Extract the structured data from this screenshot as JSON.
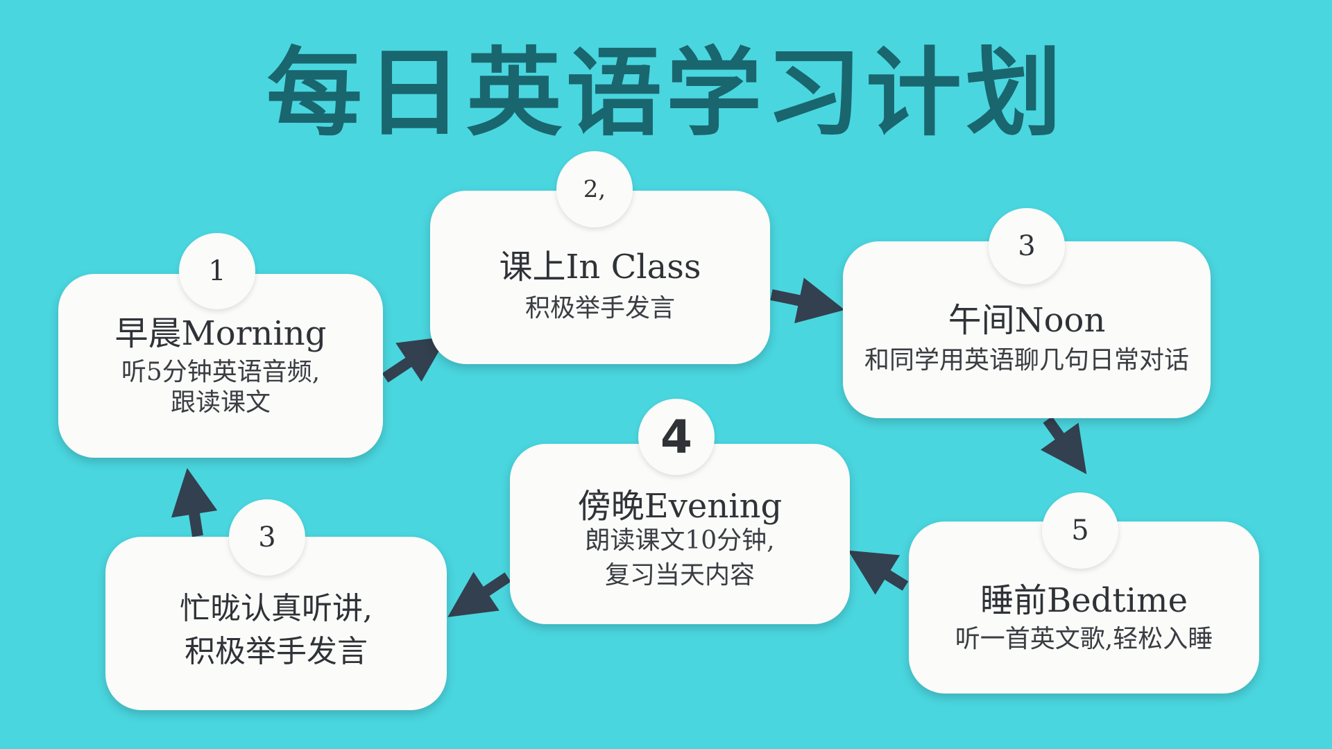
{
  "title": "每日英语学习计划",
  "colors": {
    "background": "#4ad6df",
    "title": "#19666f",
    "card": "#fbfbf9",
    "arrow": "#33404f",
    "text": "#2f3237"
  },
  "steps": [
    {
      "badge": "1",
      "heading": "早晨Morning",
      "desc_lines": [
        "听5分钟英语音频,",
        "跟读课文"
      ]
    },
    {
      "badge": "2,",
      "heading": "课上In Class",
      "desc_lines": [
        "积极举手发言"
      ]
    },
    {
      "badge": "3",
      "heading": "午间Noon",
      "desc_lines": [
        "和同学用英语聊几句日常对话"
      ]
    },
    {
      "badge": "4",
      "heading": "傍晚Evening",
      "desc_lines": [
        "朗读课文10分钟,",
        "复习当天内容"
      ]
    },
    {
      "badge": "5",
      "heading": "睡前Bedtime",
      "desc_lines": [
        "听一首英文歌,轻松入睡"
      ]
    },
    {
      "badge": "3",
      "heading": "",
      "desc_lines": [
        "忙昽认真听讲,",
        "积极举手发言"
      ]
    }
  ]
}
